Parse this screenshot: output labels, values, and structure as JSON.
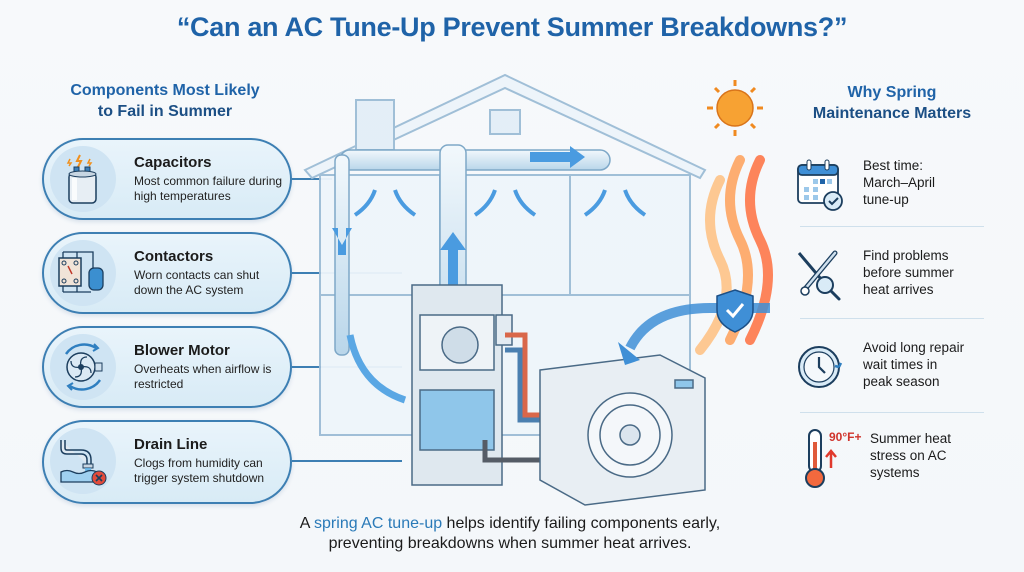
{
  "title": "“Can an AC Tune-Up Prevent Summer Breakdowns?”",
  "left_panel": {
    "heading_line1": "Components Most Likely",
    "heading_line2": "to Fail in Summer",
    "components": [
      {
        "name": "Capacitors",
        "description": "Most common failure during high temperatures",
        "icon": "capacitor-icon"
      },
      {
        "name": "Contactors",
        "description": "Worn contacts can shut down the AC system",
        "icon": "contactor-icon"
      },
      {
        "name": "Blower Motor",
        "description": "Overheats when airflow is restricted",
        "icon": "blower-fan-icon"
      },
      {
        "name": "Drain Line",
        "description": "Clogs from humidity can trigger system shutdown",
        "icon": "drain-pipe-icon"
      }
    ]
  },
  "right_panel": {
    "heading_line1": "Why Spring",
    "heading_line2": "Maintenance Matters",
    "reasons": [
      {
        "text_lines": [
          "Best time:",
          "March–April",
          "tune-up"
        ],
        "icon": "calendar-check-icon"
      },
      {
        "text_lines": [
          "Find problems",
          "before summer",
          "heat arrives"
        ],
        "icon": "tools-magnifier-icon"
      },
      {
        "text_lines": [
          "Avoid long repair",
          "wait times in",
          "peak season"
        ],
        "icon": "clock-icon"
      },
      {
        "text_lines": [
          "Summer heat",
          "stress on AC",
          "systems"
        ],
        "icon": "thermometer-icon",
        "badge": "90°F+"
      }
    ]
  },
  "footer": {
    "prefix": "A ",
    "highlight": "spring AC tune-up",
    "line1_rest": " helps identify failing components early,",
    "line2": "preventing breakdowns when summer heat arrives."
  },
  "colors": {
    "title_blue": "#1f63a8",
    "card_border": "#3d7fb3",
    "heat_red": "#d0342c",
    "highlight_blue": "#2a7ab8"
  }
}
